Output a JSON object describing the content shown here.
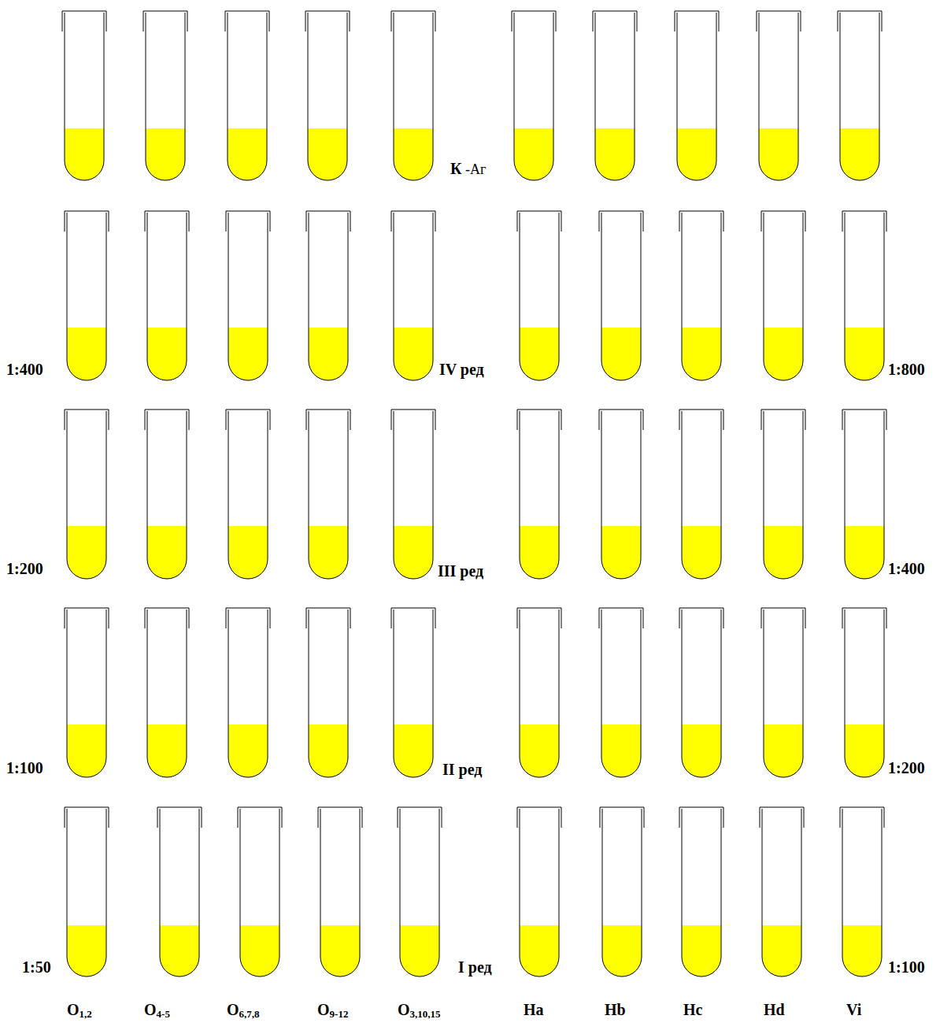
{
  "diagram": {
    "labels": [
      "К",
      "-Аг",
      "1:400",
      "IV ред",
      "1:800",
      "1:200",
      "III ред",
      "1:400",
      "1:100",
      "II ред",
      "1:200",
      "1:50",
      "I ред",
      "1:100",
      "O1,2",
      "O4-5",
      "O6,7,8",
      "O9-12",
      "O3,10,15",
      "Ha",
      "Hb",
      "Hc",
      "Hd",
      "Vi"
    ]
  }
}
